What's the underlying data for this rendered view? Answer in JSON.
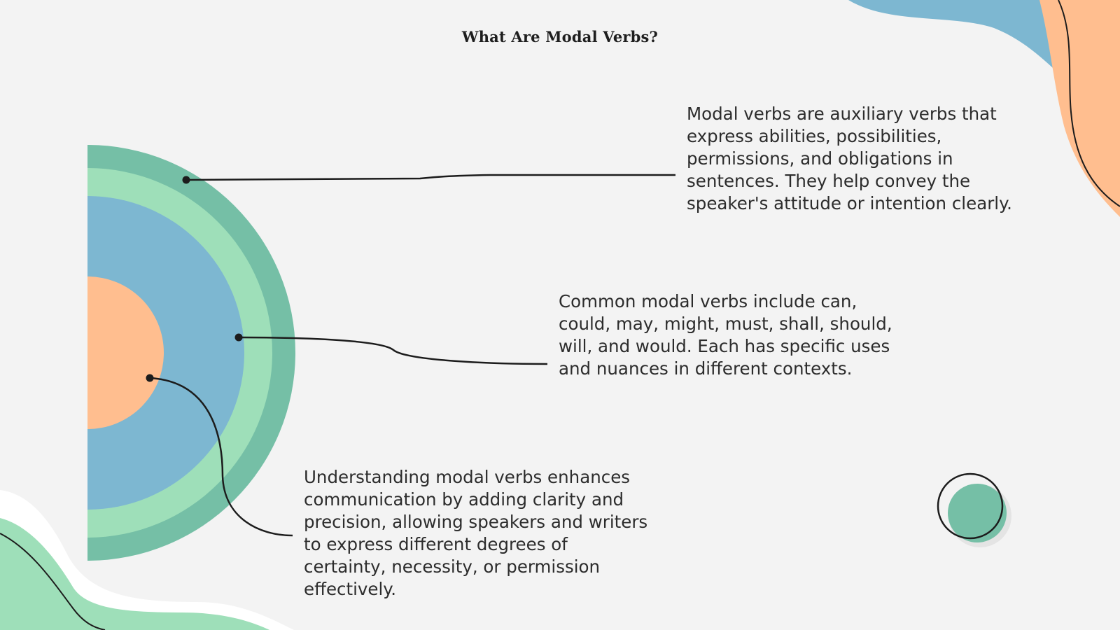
{
  "slide": {
    "title": "What Are Modal Verbs?"
  },
  "points": [
    {
      "text": "Modal verbs are auxiliary verbs that express abilities, possibilities, permissions, and obligations in sentences. They help convey the speaker's attitude or intention clearly."
    },
    {
      "text": "Common modal verbs include can, could, may, might, must, shall, should, will, and would. Each has specific uses and nuances in different contexts."
    },
    {
      "text": "Understanding modal verbs enhances communication by adding clarity and precision, allowing speakers and writers to express different degrees of certainty, necessity, or permission effectively."
    }
  ],
  "colors": {
    "background": "#f3f3f3",
    "ring_outer": "#75bfa6",
    "ring_middle": "#9edfb9",
    "ring_inner": "#7db7d1",
    "core": "#ffbe8f",
    "blob_blue": "#7db7d1",
    "blob_orange": "#ffbe8f",
    "blob_green": "#9edfb9",
    "line": "#1c1c1c"
  }
}
